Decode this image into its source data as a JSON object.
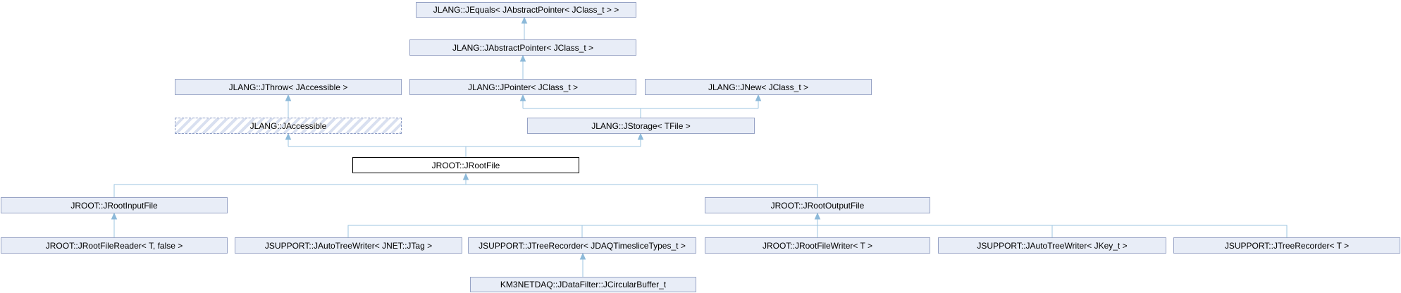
{
  "diagram_type": "class-inheritance-graph",
  "colors": {
    "node_fill": "#e8edf7",
    "node_border": "#97a3c5",
    "current_node_border": "#000000",
    "current_node_fill": "#ffffff",
    "edge": "#9cc6e2",
    "hatch_stripe": "#d9e0f0",
    "text": "#000000"
  },
  "nodes": {
    "jequals": {
      "label": "JLANG::JEquals< JAbstractPointer< JClass_t > >"
    },
    "jabstractpointer": {
      "label": "JLANG::JAbstractPointer< JClass_t >"
    },
    "jthrow": {
      "label": "JLANG::JThrow< JAccessible >"
    },
    "jpointer": {
      "label": "JLANG::JPointer< JClass_t >"
    },
    "jnew": {
      "label": "JLANG::JNew< JClass_t >"
    },
    "jaccessible": {
      "label": "JLANG::JAccessible"
    },
    "jstorage": {
      "label": "JLANG::JStorage< TFile >"
    },
    "jrootfile": {
      "label": "JROOT::JRootFile"
    },
    "jrootinputfile": {
      "label": "JROOT::JRootInputFile"
    },
    "jrootoutputfile": {
      "label": "JROOT::JRootOutputFile"
    },
    "jrootfilereader": {
      "label": "JROOT::JRootFileReader< T, false >"
    },
    "jautotreewriter_jtag": {
      "label": "JSUPPORT::JAutoTreeWriter< JNET::JTag >"
    },
    "jtreerecorder_jdaq": {
      "label": "JSUPPORT::JTreeRecorder< JDAQTimesliceTypes_t >"
    },
    "jrootfilewriter": {
      "label": "JROOT::JRootFileWriter< T >"
    },
    "jautotreewriter_jkey": {
      "label": "JSUPPORT::JAutoTreeWriter< JKey_t >"
    },
    "jtreerecorder_t": {
      "label": "JSUPPORT::JTreeRecorder< T >"
    },
    "jcircularbuffer": {
      "label": "KM3NETDAQ::JDataFilter::JCircularBuffer_t"
    }
  },
  "edges": [
    {
      "from": "jabstractpointer",
      "to": "jequals"
    },
    {
      "from": "jpointer",
      "to": "jabstractpointer"
    },
    {
      "from": "jaccessible",
      "to": "jthrow"
    },
    {
      "from": "jstorage",
      "to": "jpointer"
    },
    {
      "from": "jstorage",
      "to": "jnew"
    },
    {
      "from": "jrootfile",
      "to": "jaccessible"
    },
    {
      "from": "jrootfile",
      "to": "jstorage"
    },
    {
      "from": "jrootinputfile",
      "to": "jrootfile"
    },
    {
      "from": "jrootoutputfile",
      "to": "jrootfile"
    },
    {
      "from": "jrootfilereader",
      "to": "jrootinputfile"
    },
    {
      "from": "jautotreewriter_jtag",
      "to": "jrootoutputfile"
    },
    {
      "from": "jtreerecorder_jdaq",
      "to": "jrootoutputfile"
    },
    {
      "from": "jrootfilewriter",
      "to": "jrootoutputfile"
    },
    {
      "from": "jautotreewriter_jkey",
      "to": "jrootoutputfile"
    },
    {
      "from": "jtreerecorder_t",
      "to": "jrootoutputfile"
    },
    {
      "from": "jcircularbuffer",
      "to": "jtreerecorder_jdaq"
    }
  ]
}
